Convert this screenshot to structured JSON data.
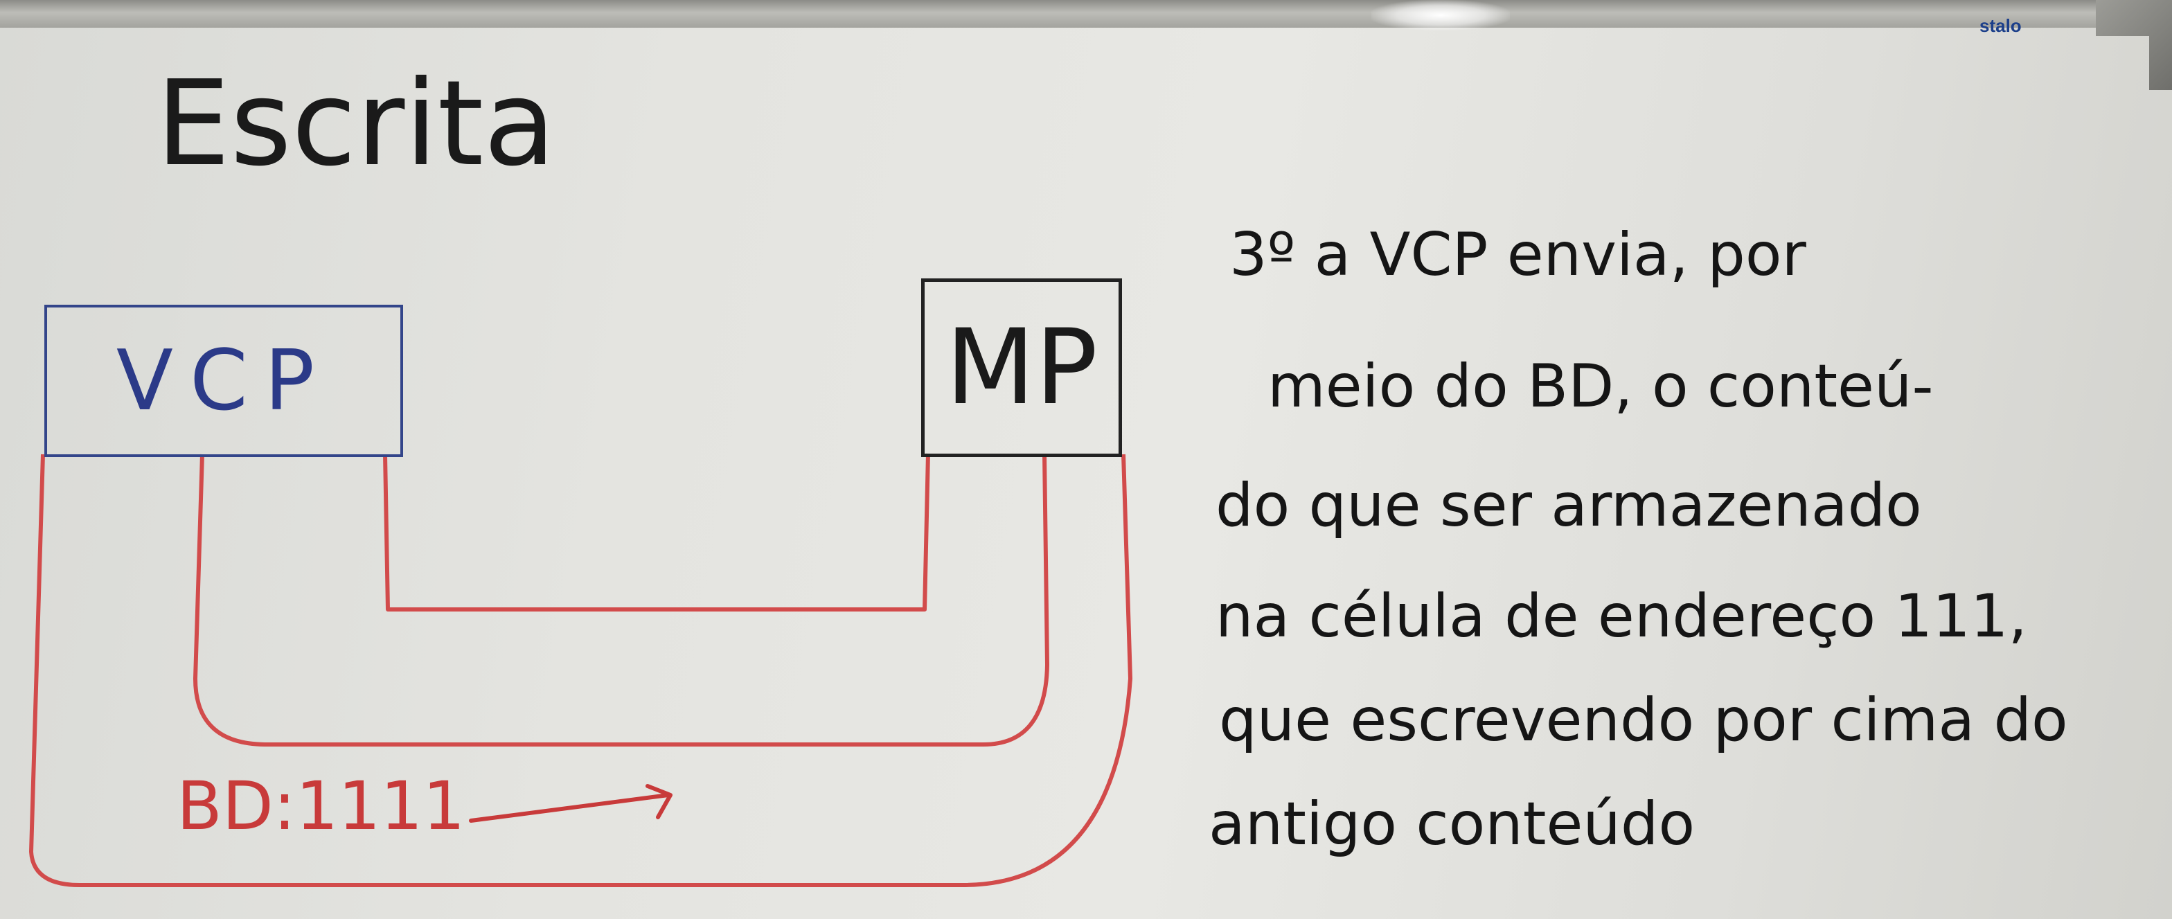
{
  "board": {
    "brand": "stalo",
    "title": "Escrita"
  },
  "diagram": {
    "cpu_label": "VCP",
    "memory_label": "MP",
    "bus_label": "BD:1111",
    "colors": {
      "cpu_box": "#33458a",
      "memory_box": "#222222",
      "bus_wire": "#d24b4b"
    }
  },
  "note": {
    "lines": [
      "3º a VCP envia, por",
      "meio do BD, o conteú-",
      "do que ser armazenado",
      "na célula de endereço 111,",
      "que escrevendo por cima do",
      "antigo conteúdo"
    ]
  }
}
